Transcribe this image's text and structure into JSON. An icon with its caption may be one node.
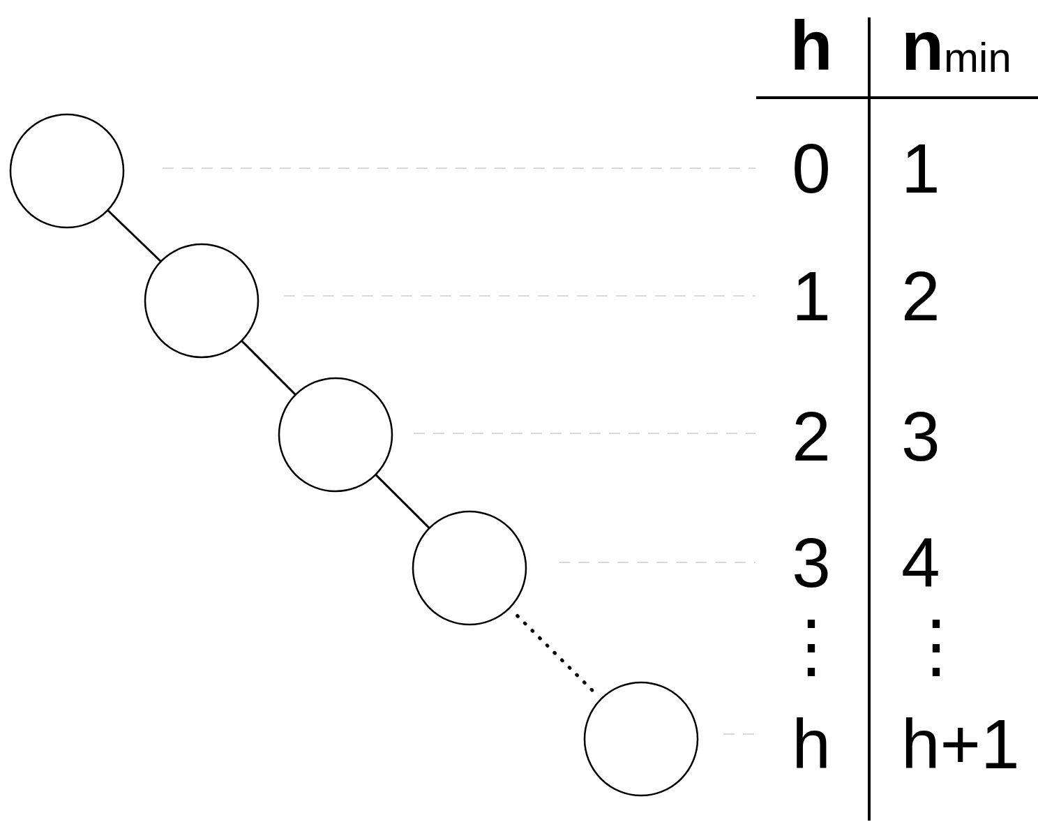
{
  "diagram": {
    "nodes": [
      {
        "text": [],
        "shape": "circle"
      },
      {
        "text": [],
        "shape": "circle"
      },
      {
        "text": [],
        "shape": "circle"
      },
      {
        "text": [],
        "shape": "circle"
      },
      {
        "text": [],
        "shape": "circle"
      }
    ],
    "edges": [
      {
        "from": 0,
        "to": 1,
        "arrow": "none"
      },
      {
        "from": 1,
        "to": 2,
        "arrow": "none"
      },
      {
        "from": 2,
        "to": 3,
        "arrow": "none"
      },
      {
        "from": 3,
        "to": 4,
        "arrow": "none",
        "style": "dashed"
      }
    ],
    "labels": [
      "h",
      "**n**$_{min}$",
      "0",
      "1",
      "1",
      "2",
      "2",
      "3",
      "3",
      "4",
      "⋮",
      "⋮",
      "h",
      "h+1"
    ]
  }
}
